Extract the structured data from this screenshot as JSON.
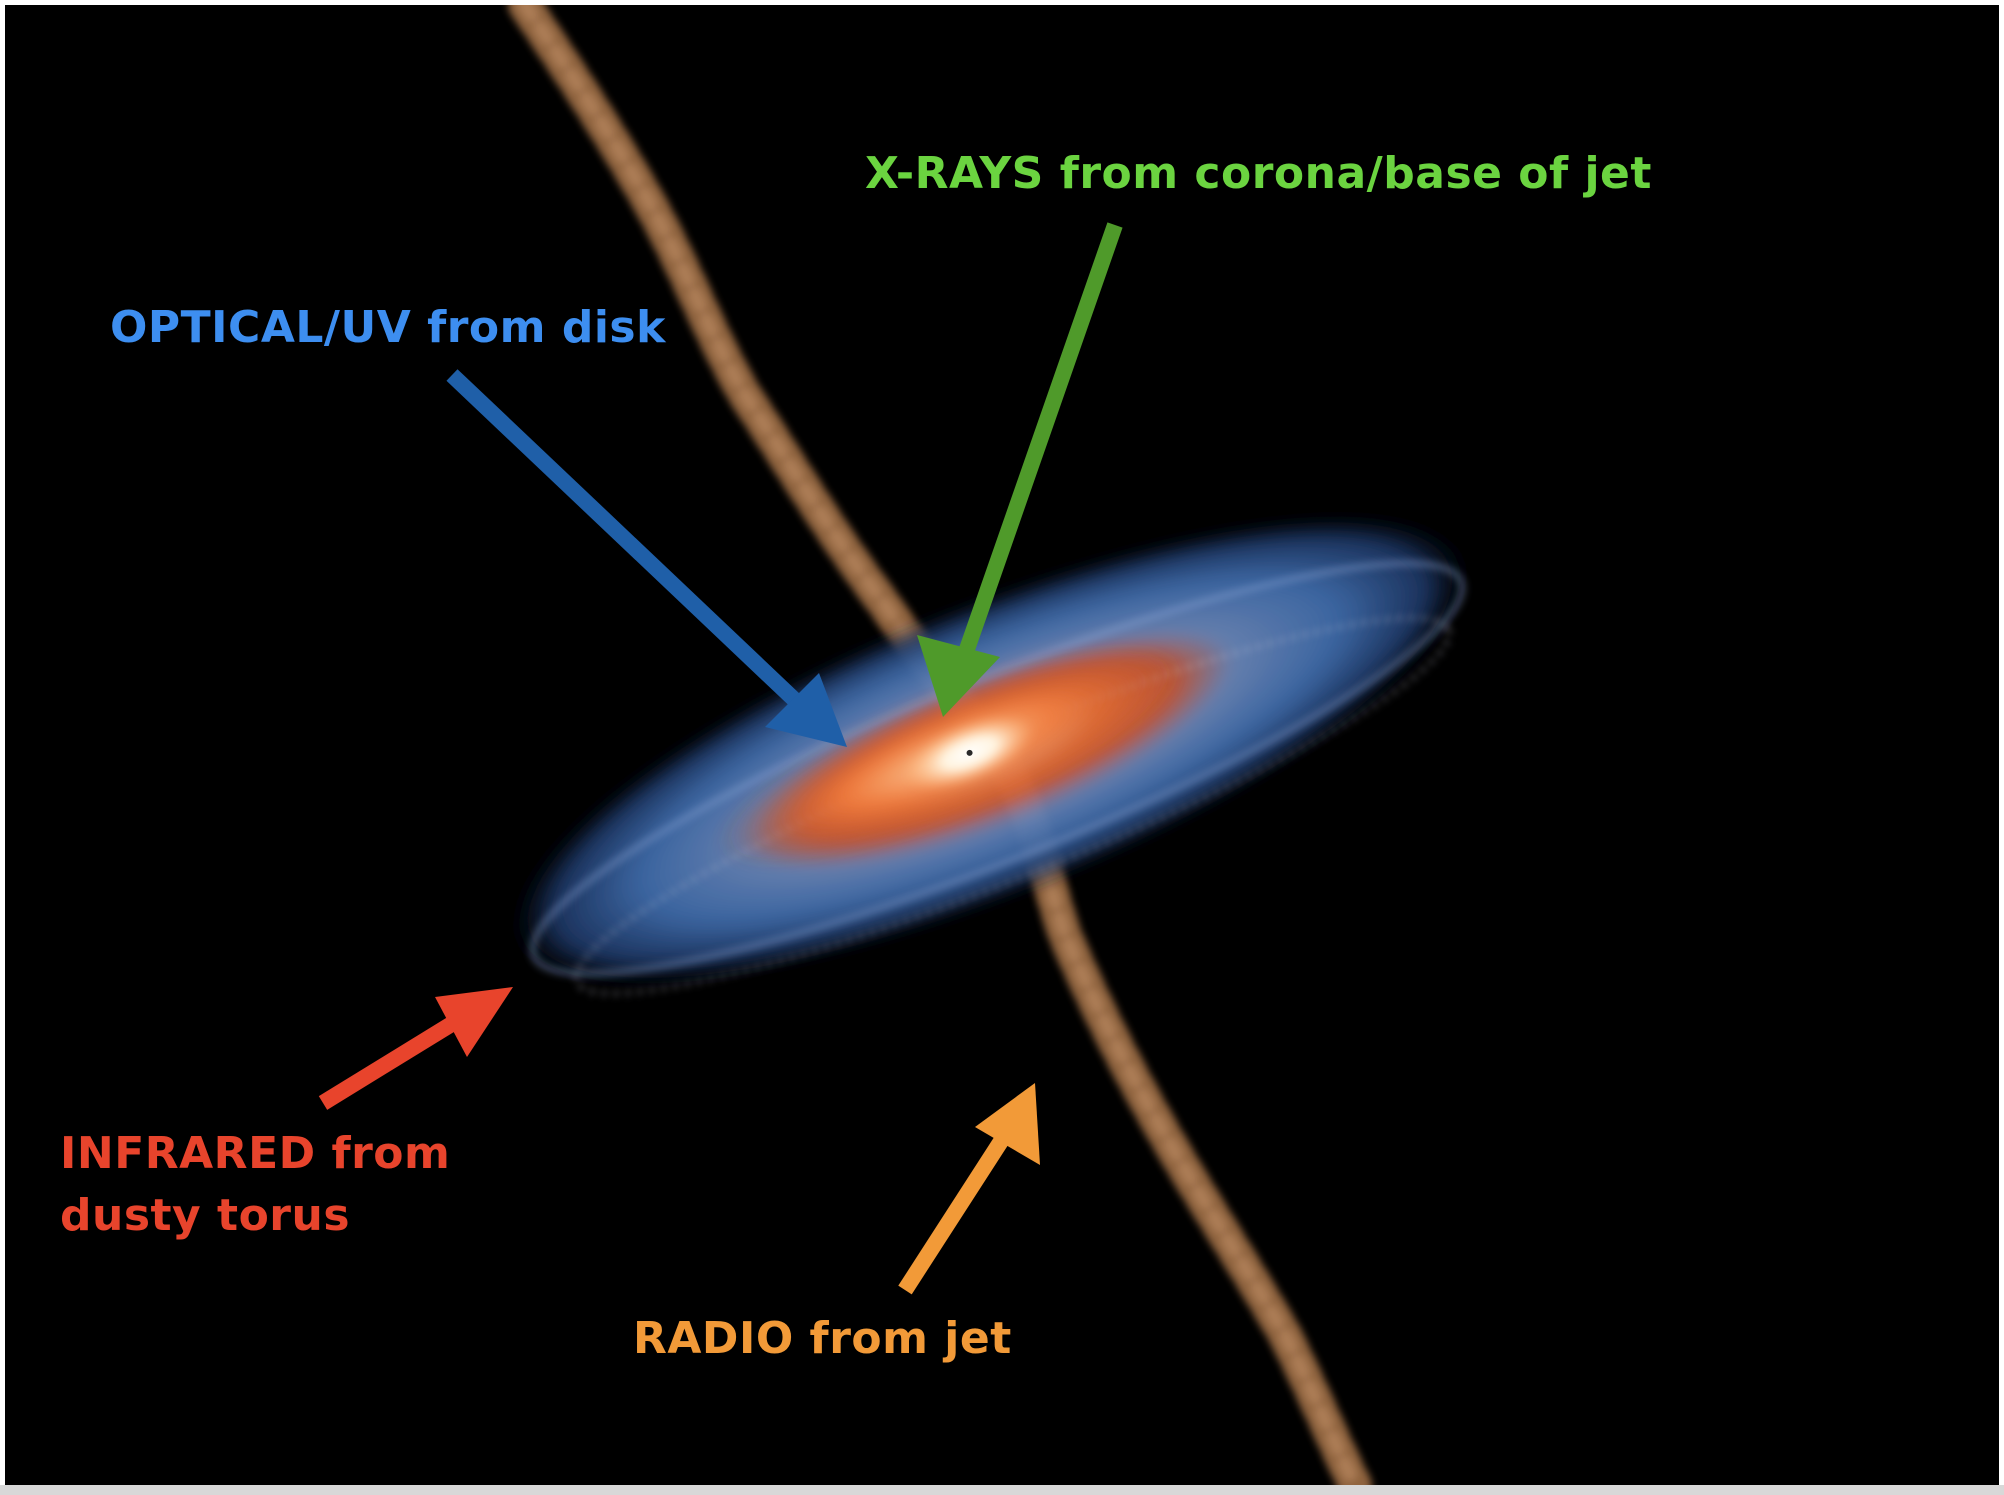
{
  "colors": {
    "background": "#000000",
    "xray": "#6bd440",
    "xray_arrow": "#4f9a2a",
    "optical": "#3d8ef0",
    "optical_arrow": "#1f5fa8",
    "infrared": "#e8442c",
    "radio": "#f29a38",
    "jet": "#b07a4a",
    "disk_outer": "#3d6fa8",
    "disk_inner": "#e0602a",
    "core": "#ffffff"
  },
  "labels": {
    "xray": "X-RAYS from corona/base of jet",
    "optical": "OPTICAL/UV from disk",
    "infrared_line1": "INFRARED from",
    "infrared_line2": "dusty torus",
    "radio": "RADIO from jet"
  },
  "icons": {
    "disk": "accretion-disk-illustration",
    "jet": "relativistic-jet-illustration"
  }
}
